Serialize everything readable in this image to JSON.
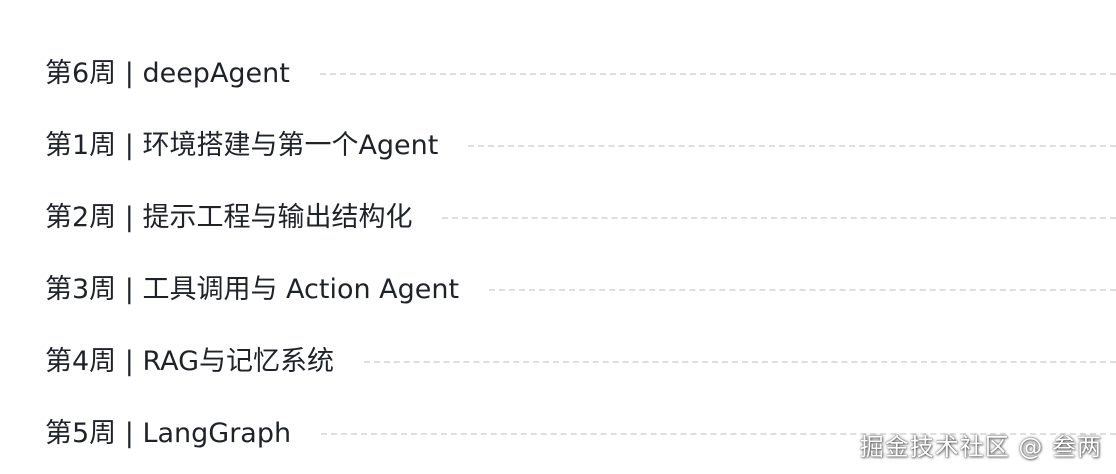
{
  "toc": {
    "items": [
      {
        "label": "第6周 | deepAgent"
      },
      {
        "label": "第1周 | 环境搭建与第一个Agent"
      },
      {
        "label": "第2周 | 提示工程与输出结构化"
      },
      {
        "label": "第3周 | 工具调用与 Action Agent"
      },
      {
        "label": "第4周 | RAG与记忆系统"
      },
      {
        "label": "第5周 | LangGraph"
      }
    ]
  },
  "watermark": {
    "text": "掘金技术社区 @ 叁两"
  },
  "colors": {
    "text": "#1f2329",
    "leader": "#dcdee2",
    "background": "#ffffff"
  }
}
